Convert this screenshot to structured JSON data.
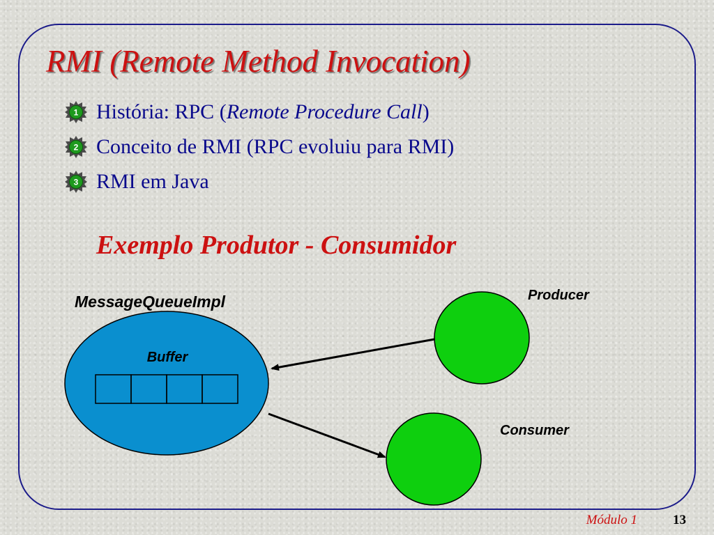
{
  "slide": {
    "title": "RMI (Remote Method Invocation)",
    "bullets": [
      {
        "number": "1",
        "text_before": "História: RPC (",
        "text_italic": "Remote Procedure Call",
        "text_after": ")"
      },
      {
        "number": "2",
        "text_before": "Conceito de RMI (RPC evoluiu para RMI)",
        "text_italic": "",
        "text_after": ""
      },
      {
        "number": "3",
        "text_before": "RMI em Java",
        "text_italic": "",
        "text_after": ""
      }
    ],
    "section_heading": "Exemplo Produtor - Consumidor"
  },
  "diagram": {
    "queue_label": "MessageQueueImpl",
    "buffer_label": "Buffer",
    "buffer_slot_count": 4,
    "producer_label": "Producer",
    "consumer_label": "Consumer"
  },
  "footer": {
    "module": "Módulo 1",
    "page_number": "13"
  },
  "colors": {
    "title_red": "#cc1111",
    "bullet_text_blue": "#0a0a8c",
    "frame_navy": "#1c1c8a",
    "queue_blue": "#0a8fcf",
    "node_green": "#0ecf0e",
    "badge_green": "#1e9a1e"
  }
}
